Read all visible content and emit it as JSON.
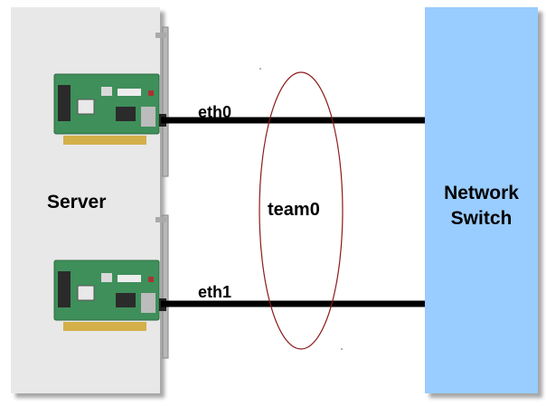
{
  "server": {
    "label": "Server",
    "color": "#e8e8e8"
  },
  "switch": {
    "line1": "Network",
    "line2": "Switch",
    "color": "#99ccff"
  },
  "team": {
    "label": "team0",
    "outline_color": "#8b1a1a"
  },
  "links": [
    {
      "label": "eth0"
    },
    {
      "label": "eth1"
    }
  ]
}
